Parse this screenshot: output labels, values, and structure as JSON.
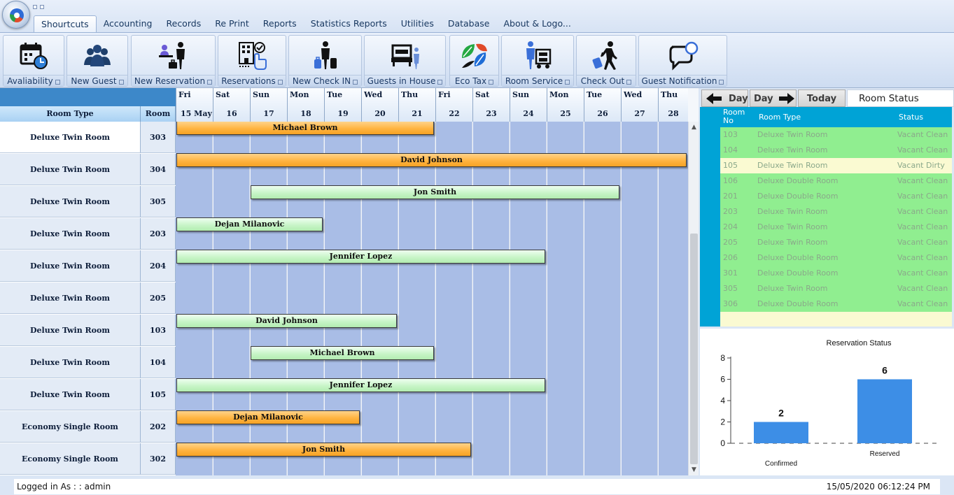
{
  "tabs": [
    "Shourtcuts",
    "Accounting",
    "Records",
    "Re Print",
    "Reports",
    "Statistics Reports",
    "Utilities",
    "Database",
    "About & Logo..."
  ],
  "active_tab": "Shourtcuts",
  "ribbon": [
    {
      "label": "Avaliability",
      "icon": "calendar-clock-icon"
    },
    {
      "label": "New Guest",
      "icon": "group-people-icon"
    },
    {
      "label": "New Reservation",
      "icon": "reception-desk-icon"
    },
    {
      "label": "Reservations",
      "icon": "hotel-touch-icon"
    },
    {
      "label": "New Check IN",
      "icon": "traveler-luggage-icon"
    },
    {
      "label": "Guests in House",
      "icon": "bed-guest-icon"
    },
    {
      "label": "Eco Tax",
      "icon": "leaf-icon"
    },
    {
      "label": "Room Service",
      "icon": "room-service-cart-icon"
    },
    {
      "label": "Check Out",
      "icon": "walking-luggage-icon"
    },
    {
      "label": "Guest Notification",
      "icon": "chat-notification-icon"
    }
  ],
  "grid": {
    "col_room_type": "Room Type",
    "col_room_no": "Room No",
    "days": [
      {
        "dow": "Fri",
        "date": "15 May"
      },
      {
        "dow": "Sat",
        "date": "16"
      },
      {
        "dow": "Sun",
        "date": "17"
      },
      {
        "dow": "Mon",
        "date": "18"
      },
      {
        "dow": "Tue",
        "date": "19"
      },
      {
        "dow": "Wed",
        "date": "20"
      },
      {
        "dow": "Thu",
        "date": "21"
      },
      {
        "dow": "Fri",
        "date": "22"
      },
      {
        "dow": "Sat",
        "date": "23"
      },
      {
        "dow": "Sun",
        "date": "24"
      },
      {
        "dow": "Mon",
        "date": "25"
      },
      {
        "dow": "Tue",
        "date": "26"
      },
      {
        "dow": "Wed",
        "date": "27"
      },
      {
        "dow": "Thu",
        "date": "28"
      }
    ],
    "rows": [
      {
        "type": "Deluxe Twin Room",
        "no": "303",
        "booking": {
          "guest": "Michael Brown",
          "start": 0,
          "end": 7,
          "status": "reserved"
        }
      },
      {
        "type": "Deluxe Twin Room",
        "no": "304",
        "booking": {
          "guest": "David Johnson",
          "start": 0,
          "end": 14,
          "status": "reserved"
        }
      },
      {
        "type": "Deluxe Twin Room",
        "no": "305",
        "booking": {
          "guest": "Jon Smith",
          "start": 2,
          "end": 12,
          "status": "confirmed"
        }
      },
      {
        "type": "Deluxe Twin Room",
        "no": "203",
        "booking": {
          "guest": "Dejan Milanovic",
          "start": 0,
          "end": 4,
          "status": "confirmed"
        }
      },
      {
        "type": "Deluxe Twin Room",
        "no": "204",
        "booking": {
          "guest": "Jennifer Lopez",
          "start": 0,
          "end": 10,
          "status": "confirmed"
        }
      },
      {
        "type": "Deluxe Twin Room",
        "no": "205",
        "booking": null
      },
      {
        "type": "Deluxe Twin Room",
        "no": "103",
        "booking": {
          "guest": "David Johnson",
          "start": 0,
          "end": 6,
          "status": "confirmed"
        }
      },
      {
        "type": "Deluxe Twin Room",
        "no": "104",
        "booking": {
          "guest": "Michael Brown",
          "start": 2,
          "end": 7,
          "status": "confirmed"
        }
      },
      {
        "type": "Deluxe Twin Room",
        "no": "105",
        "booking": {
          "guest": "Jennifer Lopez",
          "start": 0,
          "end": 10,
          "status": "confirmed"
        }
      },
      {
        "type": "Economy Single Room",
        "no": "202",
        "booking": {
          "guest": "Dejan Milanovic",
          "start": 0,
          "end": 5,
          "status": "reserved"
        }
      },
      {
        "type": "Economy Single Room",
        "no": "302",
        "booking": {
          "guest": "Jon Smith",
          "start": 0,
          "end": 8,
          "status": "reserved"
        }
      }
    ]
  },
  "nav": {
    "prev_label": "Day",
    "next_label": "Day",
    "today_label": "Today"
  },
  "room_status": {
    "title": "Room Status",
    "headers": [
      "Room No",
      "Room Type",
      "Status"
    ],
    "rows": [
      {
        "no": "103",
        "type": "Deluxe Twin Room",
        "status": "Vacant Clean"
      },
      {
        "no": "104",
        "type": "Deluxe Twin Room",
        "status": "Vacant Clean"
      },
      {
        "no": "105",
        "type": "Deluxe Twin Room",
        "status": "Vacant Dirty"
      },
      {
        "no": "106",
        "type": "Deluxe Double Room",
        "status": "Vacant Clean"
      },
      {
        "no": "201",
        "type": "Deluxe Double Room",
        "status": "Vacant Clean"
      },
      {
        "no": "203",
        "type": "Deluxe Twin Room",
        "status": "Vacant Clean"
      },
      {
        "no": "204",
        "type": "Deluxe Twin Room",
        "status": "Vacant Clean"
      },
      {
        "no": "205",
        "type": "Deluxe Twin Room",
        "status": "Vacant Clean"
      },
      {
        "no": "206",
        "type": "Deluxe Double Room",
        "status": "Vacant Clean"
      },
      {
        "no": "301",
        "type": "Deluxe Double Room",
        "status": "Vacant Clean"
      },
      {
        "no": "305",
        "type": "Deluxe Twin Room",
        "status": "Vacant Clean"
      },
      {
        "no": "306",
        "type": "Deluxe Double Room",
        "status": "Vacant Clean"
      }
    ]
  },
  "colors": {
    "reserved": "#ffb441",
    "confirmed": "#c8f5c8",
    "grid_cell": "#a9bde6",
    "status_clean": "#90ee90",
    "status_dirty": "#fafad2",
    "chart_bar": "#3d8ee6"
  },
  "chart_data": {
    "type": "bar",
    "title": "Reservation Status",
    "categories": [
      "Confirmed",
      "Reserved"
    ],
    "values": [
      2,
      6
    ],
    "ylim": [
      0,
      8
    ],
    "yticks": [
      0,
      2,
      4,
      6,
      8
    ],
    "xlabel": "",
    "ylabel": "",
    "grid": false,
    "legend": "none"
  },
  "status_bar": {
    "login_label": "Logged in As :  :  admin",
    "datetime": "15/05/2020 06:12:24 PM"
  }
}
